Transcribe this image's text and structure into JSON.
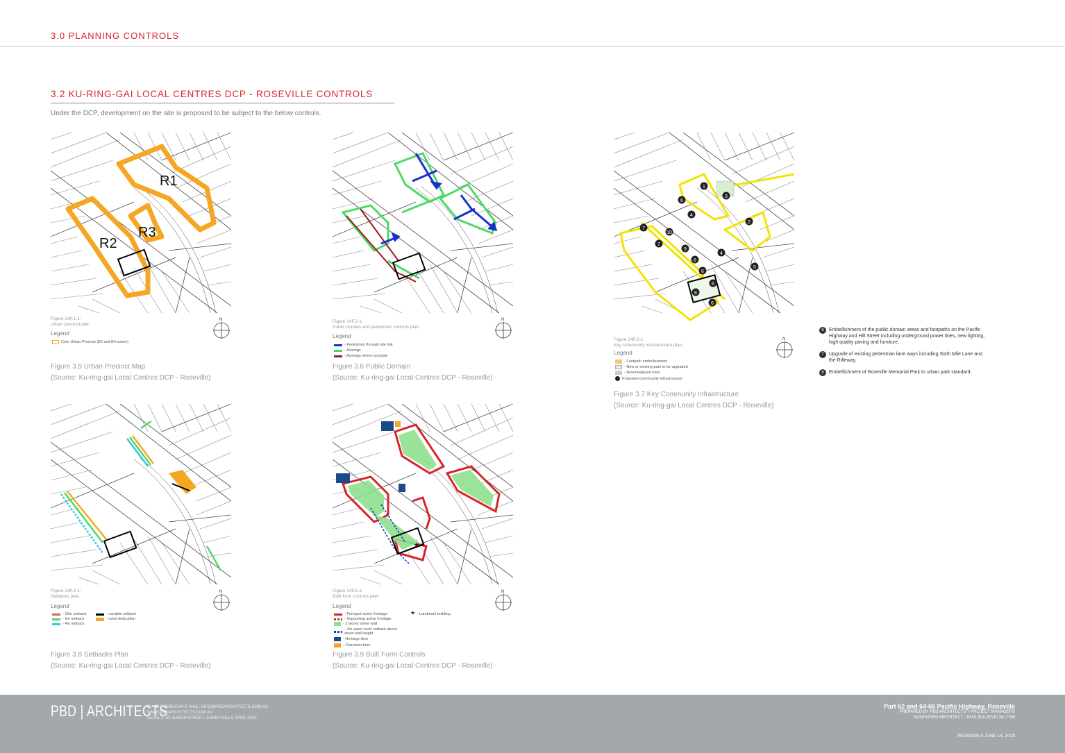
{
  "header": {
    "title": "3.0 PLANNING CONTROLS"
  },
  "section": {
    "title": "3.2 KU-RING-GAI LOCAL CENTRES DCP - ROSEVILLE CONTROLS",
    "intro": "Under the DCP, development on the site is proposed to be subject to the below controls."
  },
  "figures": {
    "fig35": {
      "zones": [
        "R1",
        "R2",
        "R3"
      ],
      "plan_label": [
        "Figure 14F.1-1:",
        "Urban precinct plan"
      ],
      "legend_heading": "Legend",
      "legend": [
        "Core Urban Precinct (B2 and B4 zones)"
      ],
      "caption": [
        "Figure 3.5 Urban Precinct Map",
        "(Source: Ku-ring-gai Local Centres DCP - Roseville)"
      ]
    },
    "fig36": {
      "plan_label": [
        "Figure 14F.2-1:",
        "Public domain and pedestrian controls plan."
      ],
      "legend_heading": "Legend",
      "legend": [
        "- Pedestrian through site link",
        "- Awnings",
        "- Awnings where possible"
      ],
      "caption": [
        "Figure 3.6 Public Domain",
        "(Source: Ku-ring-gai Local Centres DCP - Roseville)"
      ]
    },
    "fig37": {
      "plan_label": [
        "Figure 14F.3-1:",
        "Key community infrastructure plan."
      ],
      "legend_heading": "Legend",
      "legend": [
        "- Footpath embellishment",
        "- New or existing park to be upgraded",
        "- New/realigned road",
        "Proposed Community Infrastructure"
      ],
      "caption": [
        "Figure 3.7 Key Community Infrastructure",
        "(Source: Ku-ring-gai Local Centres DCP - Roseville)"
      ]
    },
    "fig38": {
      "plan_label": [
        "Figure 14F.4-1:",
        "Setbacks plan."
      ],
      "legend_heading": "Legend",
      "legend": [
        "- 10m setback",
        "- 6m setback",
        "- 4m setback",
        "- variable setback",
        "- Land dedication"
      ],
      "caption": [
        "Figure 3.8 Setbacks Plan",
        "(Source: Ku-ring-gai Local Centres DCP - Roseville)"
      ]
    },
    "fig39": {
      "plan_label": [
        "Figure 14F.5-1:",
        "Built form controls plan"
      ],
      "legend_heading": "Legend",
      "legend": [
        "- Principal active frontage",
        "- Supporting active frontage",
        "- 3 storey street wall",
        "- 2m upper level setback above street wall height",
        "- Heritage item",
        "- Character item",
        "- Landmark building"
      ],
      "caption": [
        "Figure 3.9 Built Form Controls",
        "(Source: Ku-ring-gai Local Centres DCP - Roseville)"
      ]
    }
  },
  "notes": [
    {
      "num": "6",
      "text": "Embellishment of the public domain areas and footpaths on the Pacific Highway and Hill Street including underground power lines, new lighting, high quality paving and furniture."
    },
    {
      "num": "7",
      "text": "Upgrade of existing pedestrian lane ways including Sixth Mile Lane and the Rifleway."
    },
    {
      "num": "8",
      "text": "Embellishment of Roseville Memorial Park to urban park standard."
    }
  ],
  "footer": {
    "logo": "PBD | ARCHITECTS",
    "contact": [
      "P: +61 2 9698 8140    E-MAIL: INFO@PBDARCHITECTS.COM.AU",
      "WWW.PBDARCHITECTS.COM.AU",
      "LEVEL 2, 52 ALBION STREET, SURRY HILLS, NSW, 2010"
    ],
    "project": "Part 62 and 64-66 Pacific Highway, Roseville",
    "prepared": "PREPARED BY PBD ARCHITECTS + PROJECT MANAGERS",
    "nominated": "NOMINATED ARCHITECT - PAUL BULJEVIC   No.7768",
    "revision": "REVISION A    JUNE 14, 2018"
  },
  "colors": {
    "accent_red": "#d8232a",
    "orange": "#f5a623",
    "green": "#4cd964",
    "blue": "#1a2fd0",
    "darkred": "#9b1c1c",
    "yellow": "#f2e300",
    "cyan": "#35c8e0",
    "footer_grey": "#a5a8ab"
  }
}
